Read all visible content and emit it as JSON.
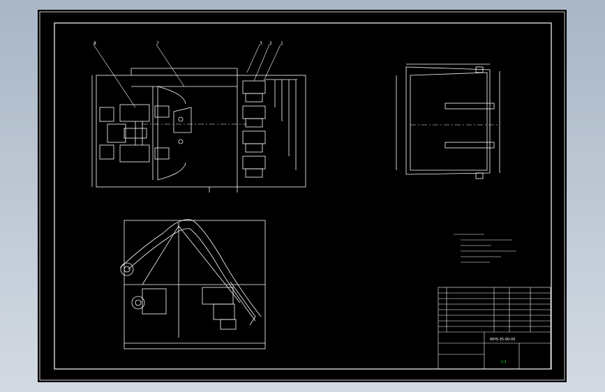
{
  "title_block": {
    "drawing_number": "WHS-35-00-00",
    "scale": "1:1"
  },
  "colors": {
    "background": "#000000",
    "frame": "#ffffff",
    "text": "#ffffff",
    "title_green": "#00ff00",
    "title_yellow": "#ffff00"
  },
  "balloons": [
    "8",
    "7",
    "3",
    "2",
    "1"
  ]
}
